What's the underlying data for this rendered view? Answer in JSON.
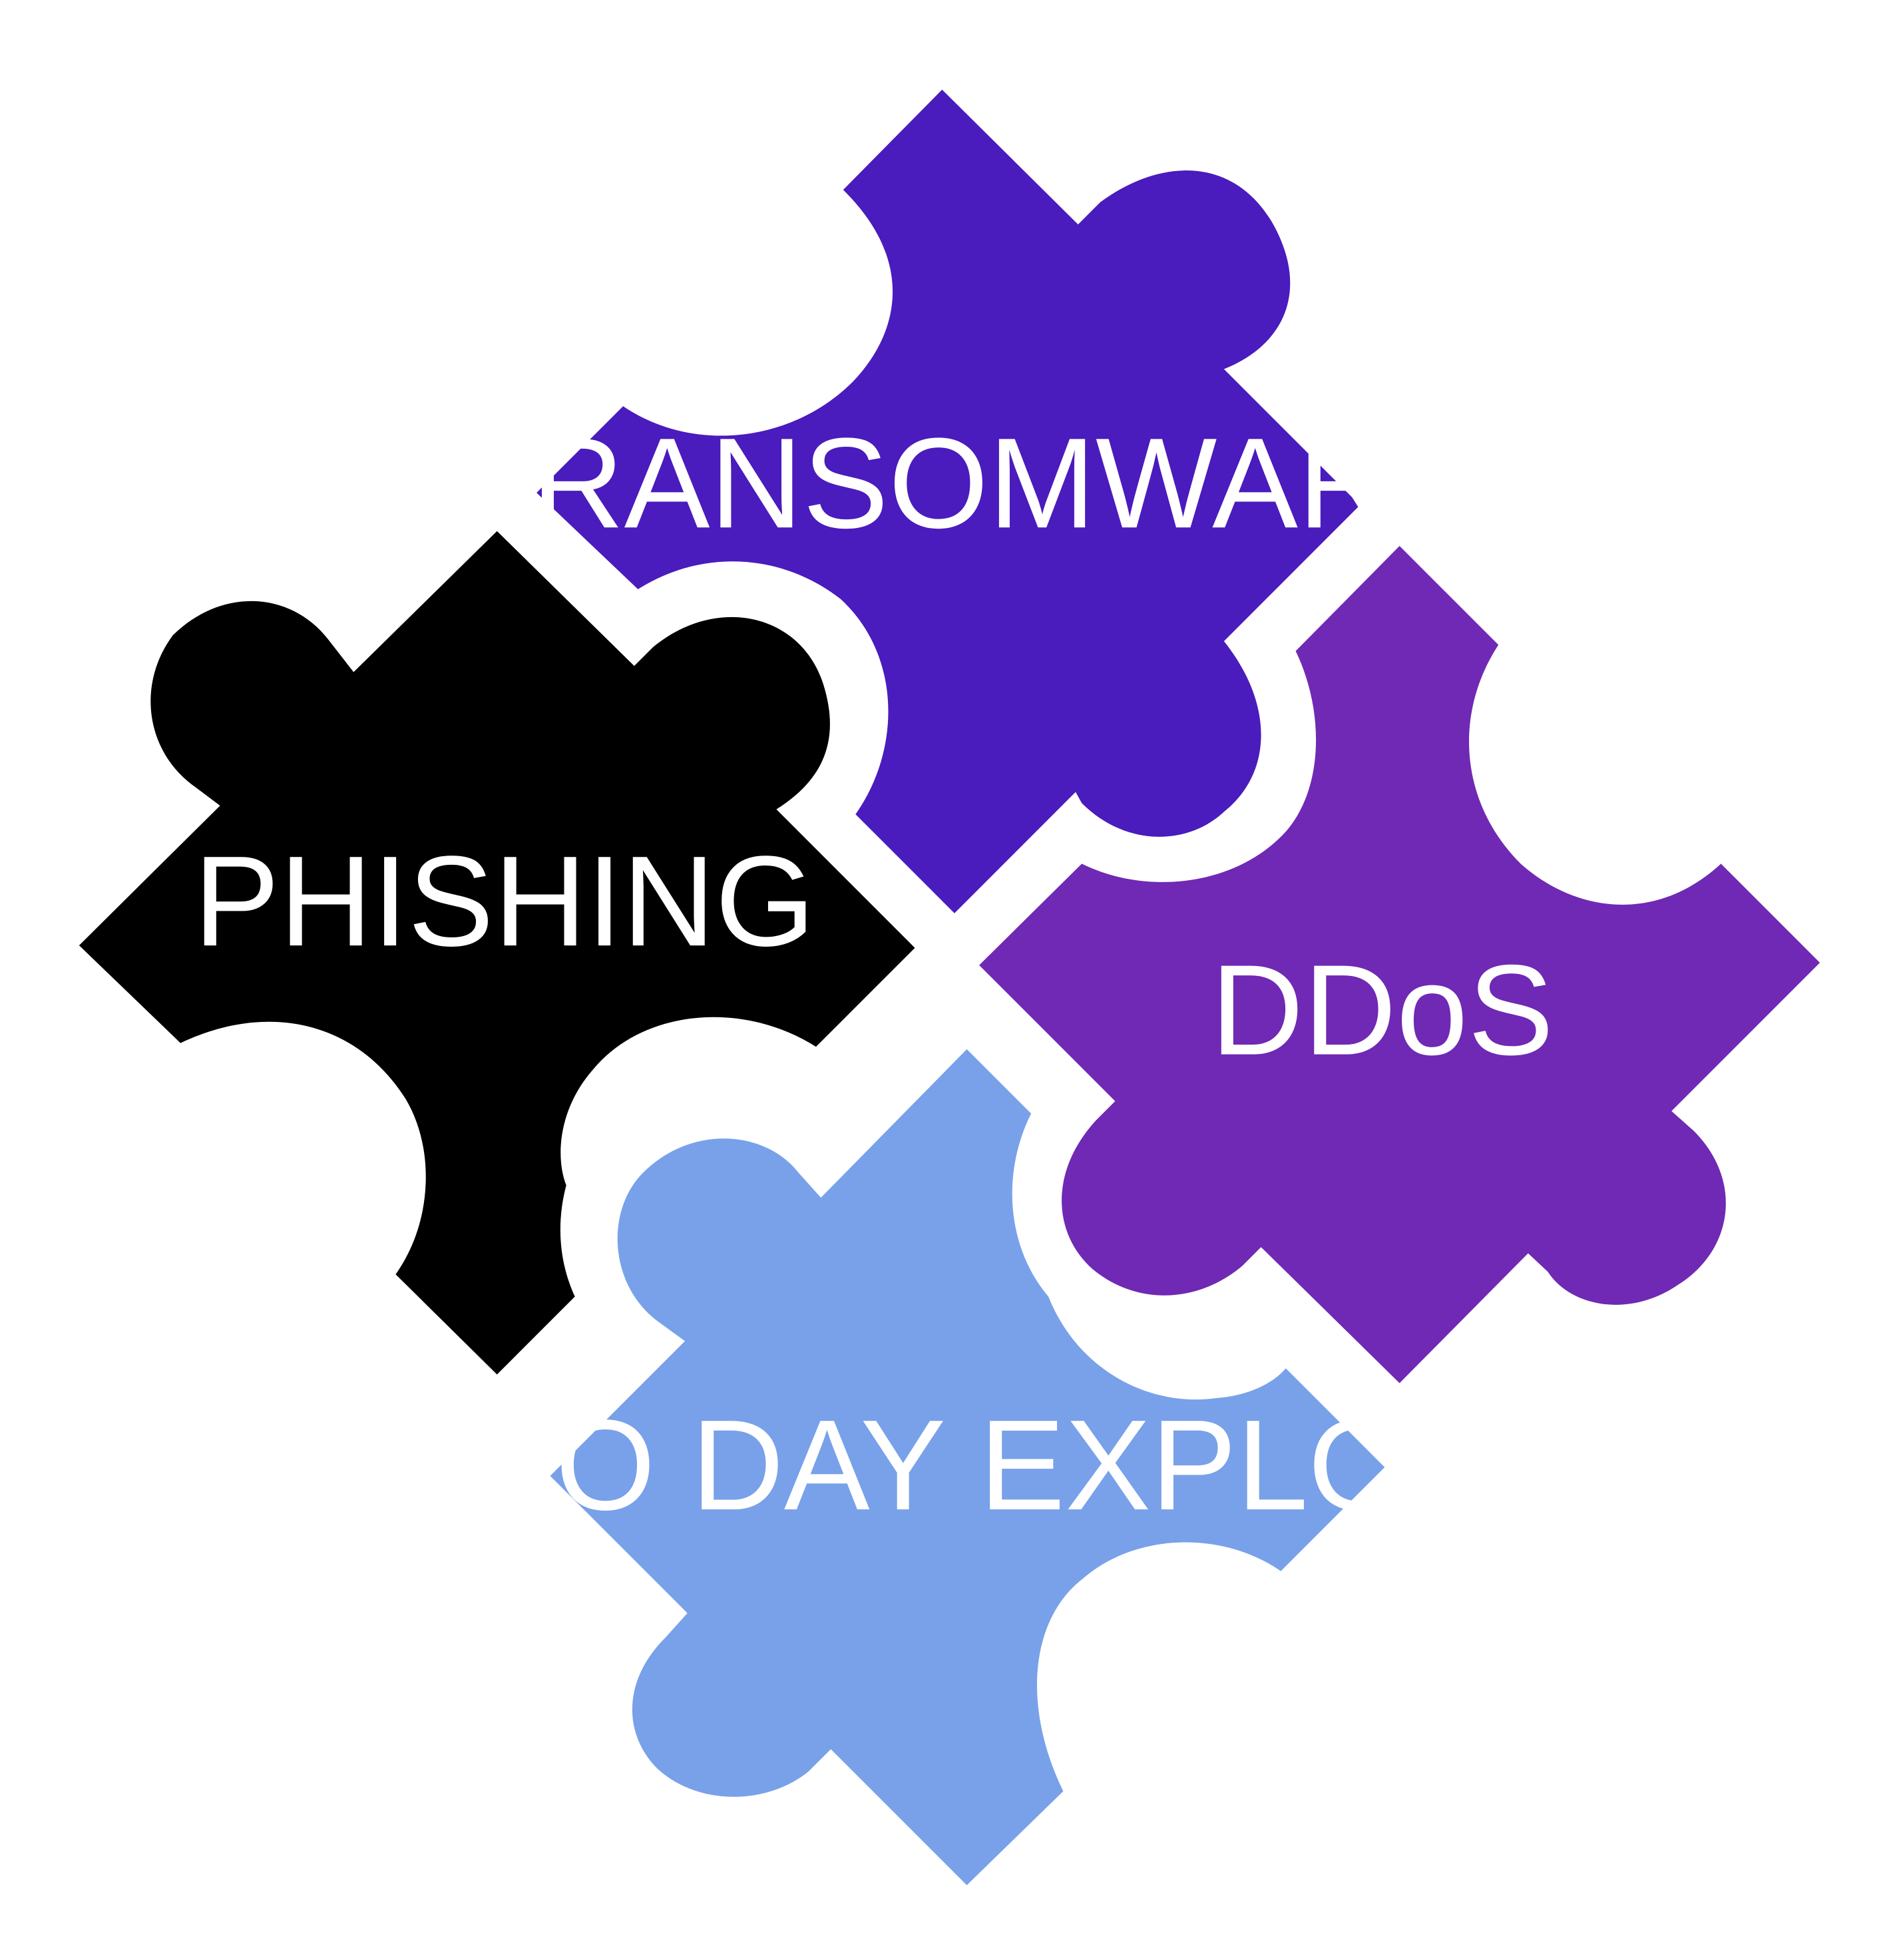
{
  "diagram": {
    "pieces": [
      {
        "id": "ransomware",
        "label": "RANSOMWARE",
        "color": "#4a1bbd"
      },
      {
        "id": "phishing",
        "label": "PHISHING",
        "color": "#000000"
      },
      {
        "id": "ddos",
        "label": "DDoS",
        "color": "#6f29b4"
      },
      {
        "id": "zero-day",
        "label": "ZERO DAY EXPLOITS",
        "color": "#78a1e9"
      }
    ]
  }
}
